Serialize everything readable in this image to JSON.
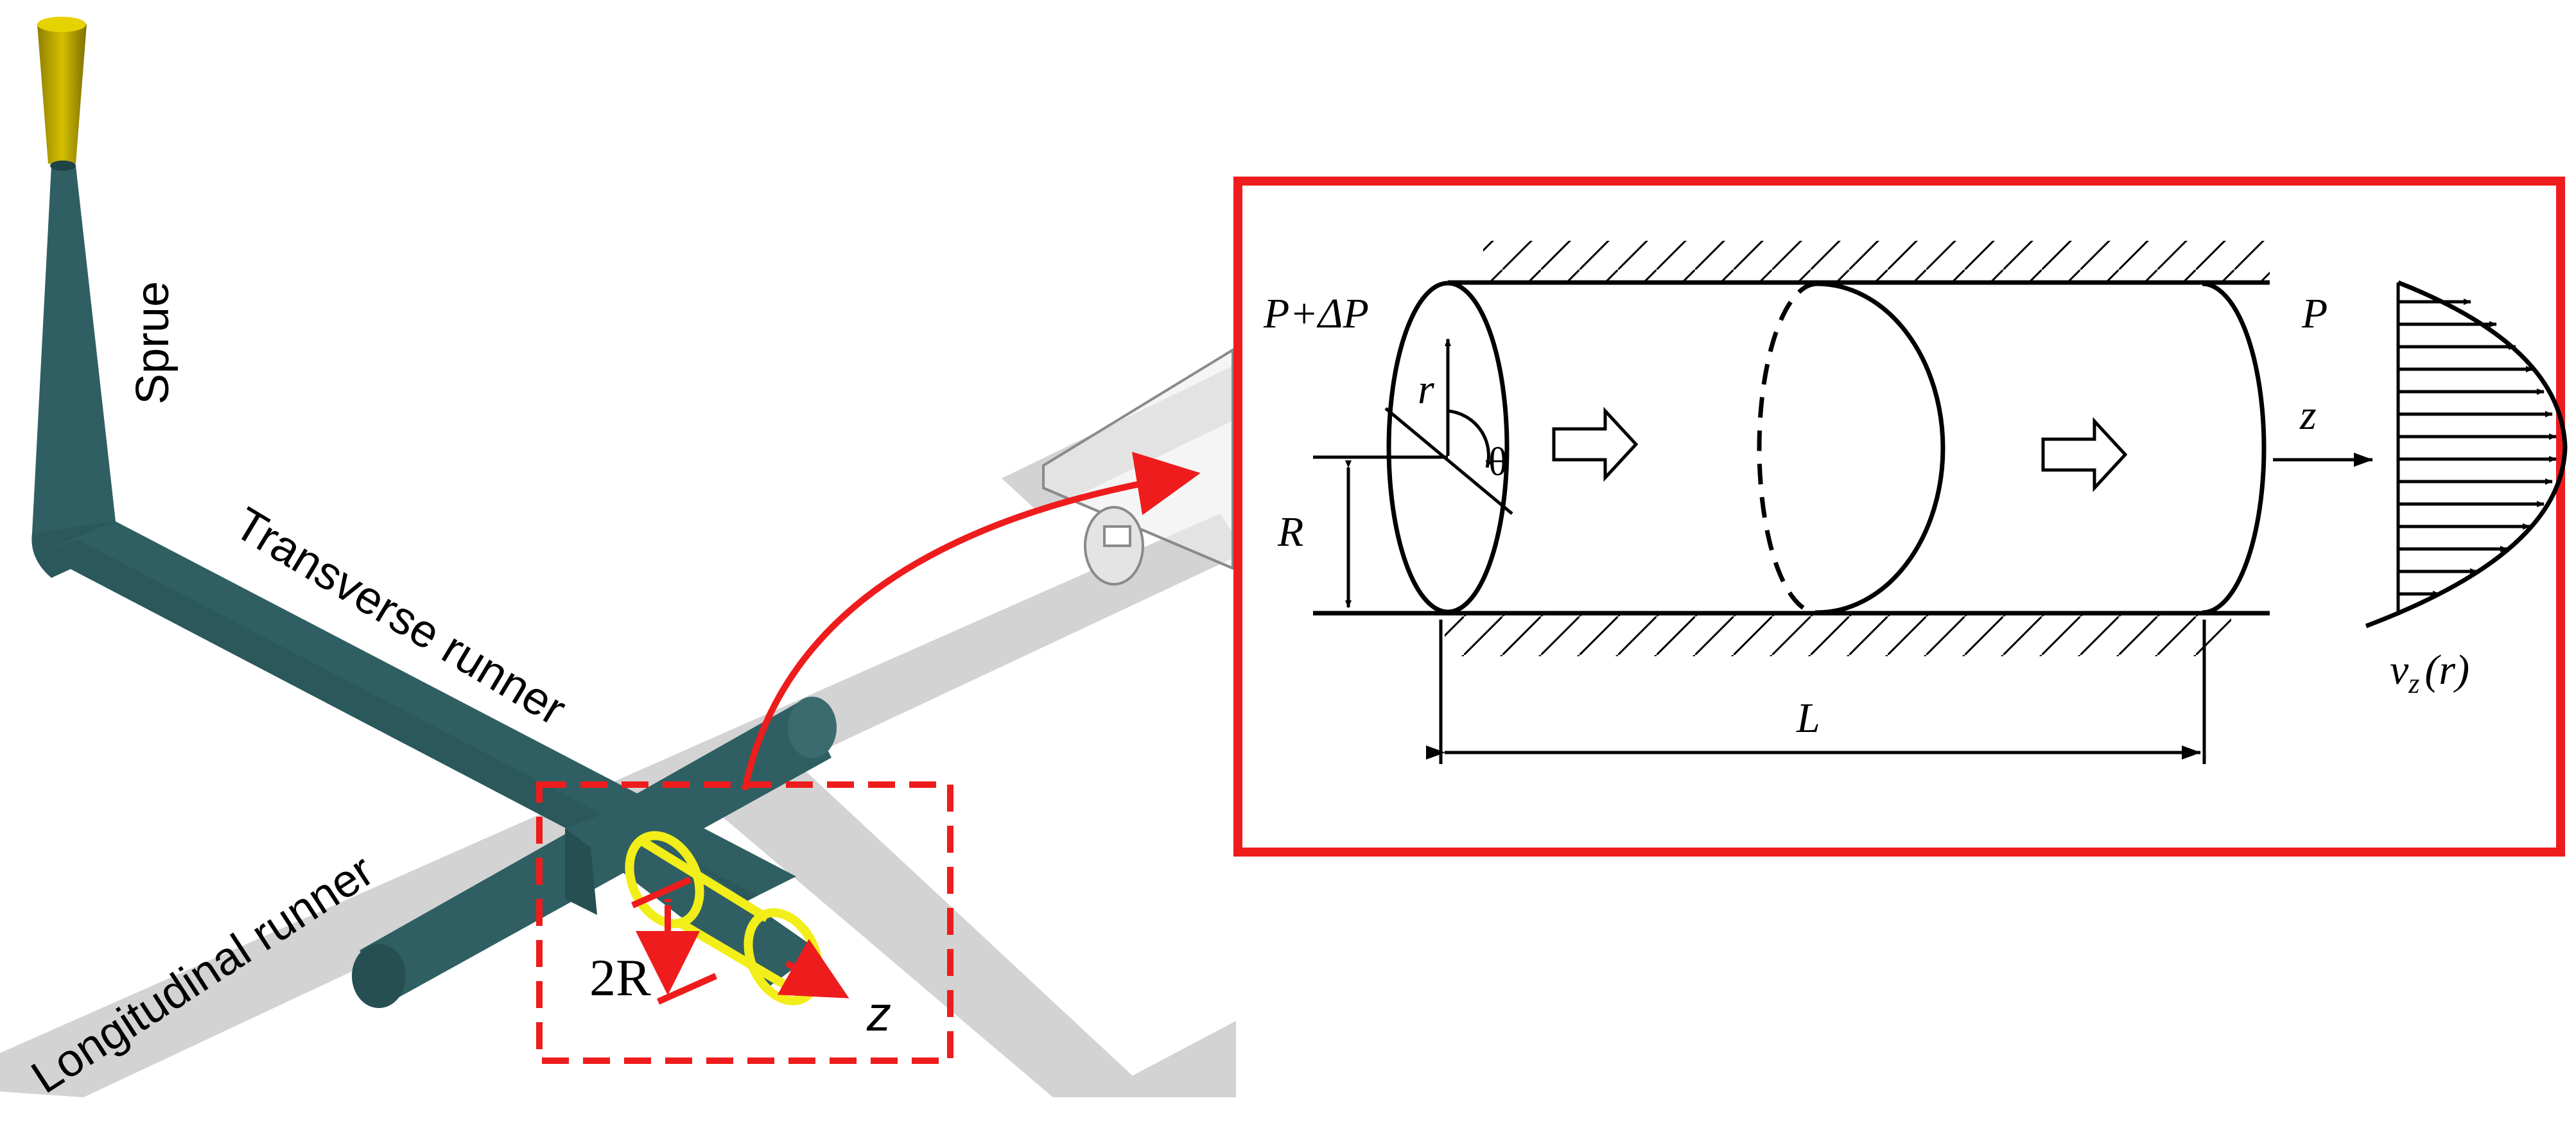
{
  "figure": {
    "labels": {
      "sprue": "Sprue",
      "transverse_runner": "Transverse runner",
      "longitudinal_runner": "Longitudinal runner",
      "diameter": "2R",
      "axis_z_left": "z"
    },
    "detail": {
      "pressure_in": "P+ΔP",
      "pressure_out": "P",
      "radius_r": "r",
      "angle": "θ",
      "radius_R": "R",
      "axis_z": "z",
      "length": "L",
      "velocity": "v",
      "velocity_sub": "z",
      "velocity_arg": "(r)"
    },
    "colors": {
      "runner": "#2f5f62",
      "runner_dark": "#1f4446",
      "sprue_cone": "#c9b400",
      "shadow": "#d3d3d3",
      "highlight_red": "#ee1c1c",
      "ring_yellow": "#f2ee1a",
      "line": "#000000"
    }
  }
}
